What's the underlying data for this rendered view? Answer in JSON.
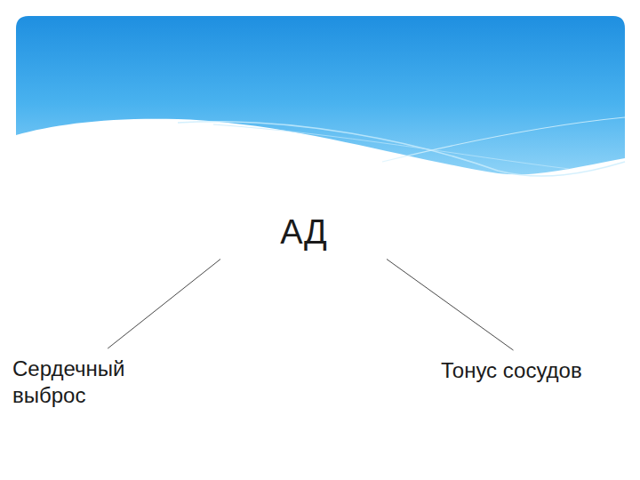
{
  "diagram": {
    "nodes": [
      {
        "text": [
          "АД"
        ]
      },
      {
        "text": [
          "Сердечный выброс"
        ]
      },
      {
        "text": [
          "Тонус сосудов"
        ]
      }
    ],
    "edges": [
      {
        "from": 0,
        "to": 1,
        "arrow": "none"
      },
      {
        "from": 0,
        "to": 2,
        "arrow": "none"
      }
    ]
  }
}
